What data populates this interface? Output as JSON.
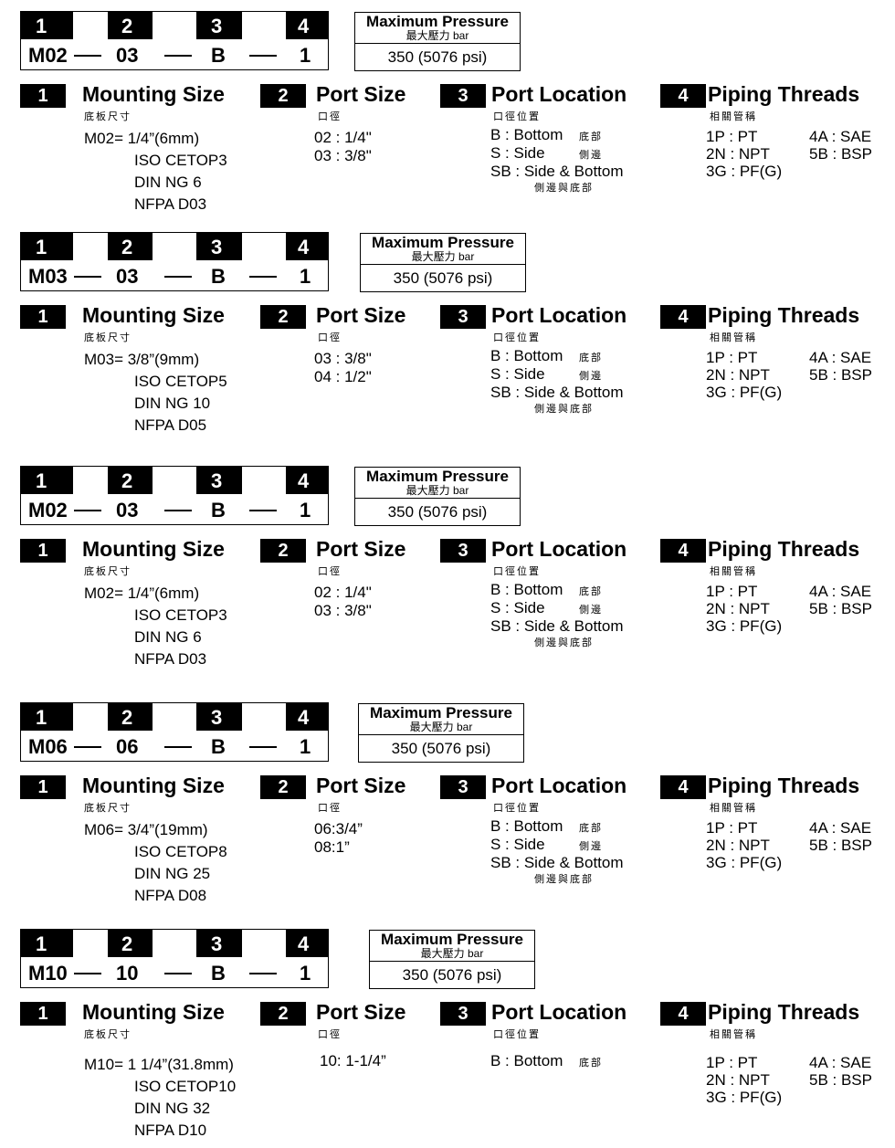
{
  "labels": {
    "code_numbers": [
      "1",
      "2",
      "3",
      "4"
    ],
    "pressure_title": "Maximum Pressure",
    "pressure_zh": "最大壓力  bar",
    "mounting_title": "Mounting Size",
    "mounting_zh": "底板尺寸",
    "port_size_title": "Port Size",
    "port_size_zh": "口徑",
    "port_location_title": "Port Location",
    "port_location_zh": "口徑位置",
    "piping_title": "Piping Threads",
    "piping_zh": "相關管稱"
  },
  "piping": {
    "left": [
      "1P : PT",
      "2N : NPT",
      "3G : PF(G)"
    ],
    "right": [
      "4A : SAE",
      "5B : BSP"
    ]
  },
  "blocks": [
    {
      "code": [
        "M02",
        "03",
        "B",
        "1"
      ],
      "pressure": "350 (5076 psi)",
      "mounting": [
        "M02= 1/4”(6mm)",
        "ISO CETOP3",
        "DIN NG 6",
        "NFPA D03"
      ],
      "port_sizes": [
        "02 : 1/4\"",
        "03 : 3/8\""
      ],
      "locations": [
        {
          "text": "B : Bottom",
          "zh": "底部"
        },
        {
          "text": "S : Side",
          "zh": "側邊"
        },
        {
          "text": "SB : Side & Bottom",
          "zh": "側邊與底部"
        }
      ]
    },
    {
      "code": [
        "M03",
        "03",
        "B",
        "1"
      ],
      "pressure": "350 (5076 psi)",
      "mounting": [
        "M03= 3/8”(9mm)",
        "ISO CETOP5",
        "DIN NG 10",
        "NFPA D05"
      ],
      "port_sizes": [
        "03 : 3/8\"",
        "04 : 1/2\""
      ],
      "locations": [
        {
          "text": "B : Bottom",
          "zh": "底部"
        },
        {
          "text": "S : Side",
          "zh": "側邊"
        },
        {
          "text": "SB : Side & Bottom",
          "zh": "側邊與底部"
        }
      ]
    },
    {
      "code": [
        "M02",
        "03",
        "B",
        "1"
      ],
      "pressure": "350 (5076 psi)",
      "mounting": [
        "M02= 1/4”(6mm)",
        "ISO CETOP3",
        "DIN NG 6",
        "NFPA D03"
      ],
      "port_sizes": [
        "02 : 1/4\"",
        "03 : 3/8\""
      ],
      "locations": [
        {
          "text": "B : Bottom",
          "zh": "底部"
        },
        {
          "text": "S : Side",
          "zh": "側邊"
        },
        {
          "text": "SB : Side & Bottom",
          "zh": "側邊與底部"
        }
      ]
    },
    {
      "code": [
        "M06",
        "06",
        "B",
        "1"
      ],
      "pressure": "350 (5076 psi)",
      "mounting": [
        "M06= 3/4”(19mm)",
        "ISO CETOP8",
        "DIN NG 25",
        "NFPA D08"
      ],
      "port_sizes": [
        "06:3/4”",
        "08:1”"
      ],
      "locations": [
        {
          "text": "B : Bottom",
          "zh": "底部"
        },
        {
          "text": "S : Side",
          "zh": "側邊"
        },
        {
          "text": "SB : Side & Bottom",
          "zh": "側邊與底部"
        }
      ]
    },
    {
      "code": [
        "M10",
        "10",
        "B",
        "1"
      ],
      "pressure": "350 (5076 psi)",
      "mounting": [
        "M10= 1 1/4”(31.8mm)",
        "ISO CETOP10",
        "DIN NG 32",
        "NFPA D10"
      ],
      "port_sizes": [
        "10: 1-1/4”"
      ],
      "locations": [
        {
          "text": "B : Bottom",
          "zh": "底部"
        }
      ]
    }
  ]
}
